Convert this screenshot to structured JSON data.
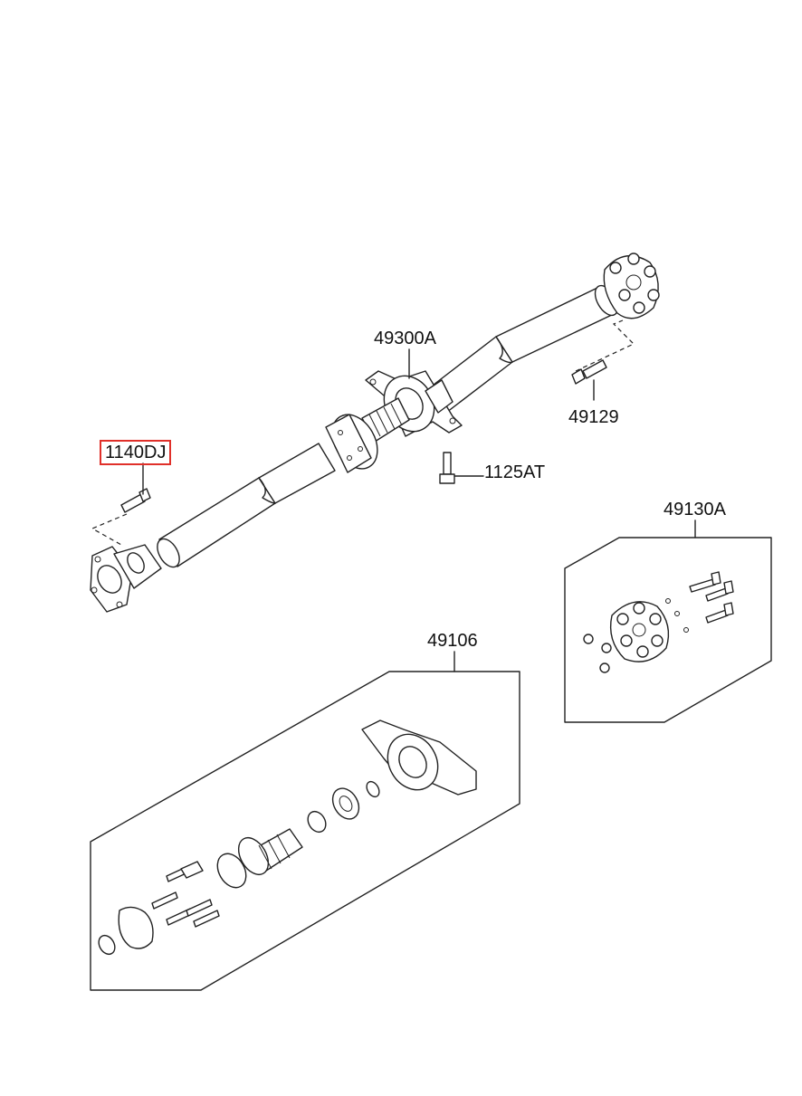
{
  "labels": {
    "p1140dj": "1140DJ",
    "p49300a": "49300A",
    "p49129": "49129",
    "p1125at": "1125AT",
    "p49130a": "49130A",
    "p49106": "49106"
  },
  "colors": {
    "highlight": "#e0302a",
    "line": "#222222",
    "background": "#ffffff"
  },
  "highlighted_part": "1140DJ"
}
